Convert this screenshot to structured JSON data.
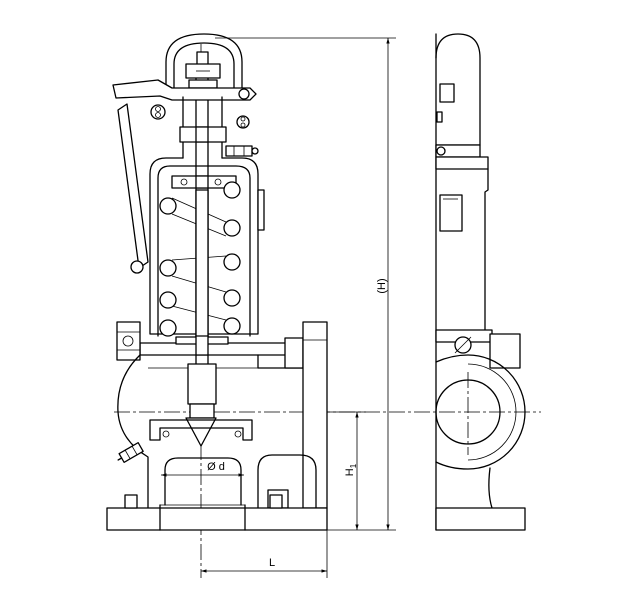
{
  "drawing": {
    "stroke_color": "#000000",
    "background": "#ffffff"
  },
  "dimensions": {
    "overall_height": "(H)",
    "inlet_height_main": "H",
    "inlet_height_sub": "1",
    "face_to_center": "L",
    "seat_diameter": "Ø d"
  }
}
